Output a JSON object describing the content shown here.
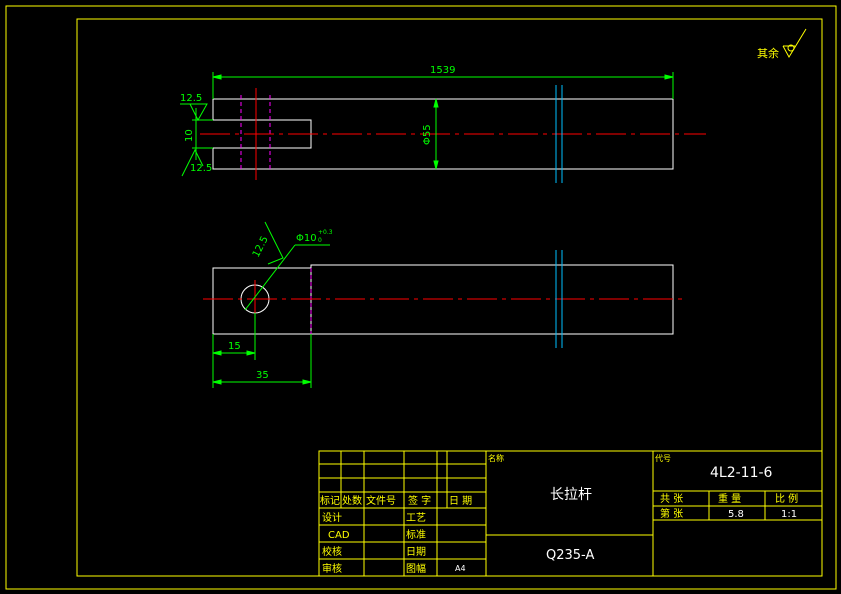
{
  "colors": {
    "background": "#000000",
    "outline": "#ffffff",
    "border": "#ffff00",
    "dimension": "#00ff00",
    "centerline": "#ff0000",
    "hidden": "#ff00ff",
    "break": "#00bfff",
    "annotation": "#ffff00",
    "title_text": "#ffffff"
  },
  "surface_finish": {
    "label": "其余"
  },
  "top_view": {
    "dim_overall_length": "1539",
    "dim_slot_width": "10",
    "dim_roughness_upper": "12.5",
    "dim_roughness_lower": "12.5",
    "dim_thickness": "Φ55"
  },
  "front_view": {
    "roughness": "12.5",
    "hole_diameter": "Φ10",
    "hole_tol_upper": "+0.3",
    "hole_tol_lower": "0",
    "dim_hole_position": "15",
    "dim_end_length": "35"
  },
  "title_block": {
    "left_headers": [
      "标记",
      "处数",
      "文件号",
      "签 字",
      "日 期"
    ],
    "role_labels": [
      "设计",
      "CAD",
      "校核",
      "审核"
    ],
    "mid_labels": [
      "工艺",
      "标准",
      "日期",
      "图幅"
    ],
    "paper_size": "A4",
    "name_label": "名称",
    "part_name": "长拉杆",
    "material": "Q235-A",
    "code_label": "代号",
    "drawing_number": "4L2-11-6",
    "prop_headers": [
      "共 张",
      "重 量",
      "比 例"
    ],
    "sheet_label": "第 张",
    "weight": "5.8",
    "scale": "1:1"
  }
}
